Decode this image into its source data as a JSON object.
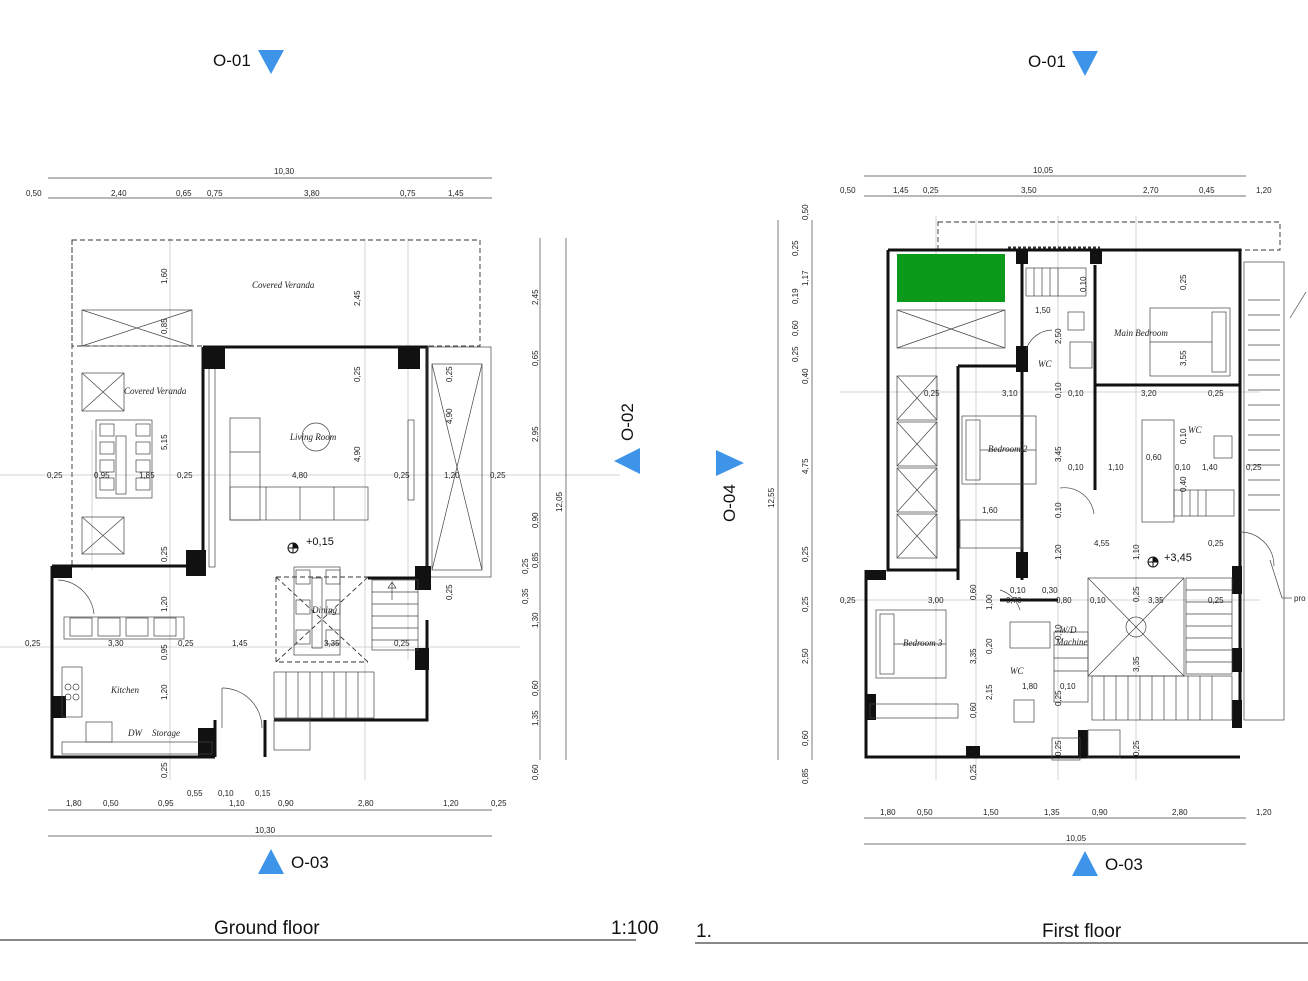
{
  "colors": {
    "marker_arrow": "#3d94e8",
    "landscaping": "#0b9a1a"
  },
  "markers": {
    "ground_top": "O-01",
    "first_top": "O-01",
    "ground_bottom": "O-03",
    "first_bottom": "O-03",
    "right_side": "O-02",
    "left_side": "O-04"
  },
  "titles": {
    "ground": "Ground floor",
    "scale": "1:100",
    "first_number": "1.",
    "first": "First floor"
  },
  "ground": {
    "rooms": {
      "veranda_top": "Covered Veranda",
      "veranda_left": "Covered Veranda",
      "living": "Living Room",
      "dining": "Dining",
      "kitchen": "Kitchen",
      "storage": "Storage",
      "dw": "DW"
    },
    "level": "+0,15",
    "dims": {
      "top_total": "10,30",
      "top": [
        "0,50",
        "2,40",
        "0,65",
        "0,75",
        "3,80",
        "0,75",
        "1,45"
      ],
      "bottom_total": "10,30",
      "bottom": [
        "1,80",
        "0,50",
        "0,95",
        "1,10",
        "0,90",
        "2,80",
        "1,20",
        "0,25"
      ],
      "bottom_upper": [
        "0,55",
        "0,10",
        "0,15"
      ],
      "right_total": "12,05",
      "right": [
        "2,45",
        "0,65",
        "2,95",
        "0,90",
        "0,85",
        "0,35",
        "1,30",
        "0,60",
        "1,35",
        "0,60"
      ],
      "inner_v": [
        "1,60",
        "0,85",
        "5,15",
        "0,25",
        "1,20",
        "0,95",
        "1,20",
        "0,25",
        "2,45",
        "0,25",
        "4,90",
        "0,25",
        "4,90",
        "0,25",
        "0,25"
      ],
      "inner_h": [
        "0,25",
        "0,95",
        "1,85",
        "0,25",
        "4,80",
        "0,25",
        "1,20",
        "0,25",
        "0,25",
        "3,30",
        "0,25",
        "1,45",
        "3,35",
        "0,25"
      ]
    }
  },
  "first": {
    "rooms": {
      "main_bedroom": "Main Bedroom",
      "bedroom2": "Bedroom 2",
      "bedroom3": "Bedroom 3",
      "wc1": "WC",
      "wc2": "WC",
      "wc3": "WC",
      "wd": "W/D",
      "machine": "Machine"
    },
    "level": "+3,45",
    "side_note": "pro",
    "dims": {
      "top_total": "10,05",
      "top": [
        "0,50",
        "1,45",
        "0,25",
        "3,50",
        "2,70",
        "0,45",
        "1,20"
      ],
      "bottom_total": "10,05",
      "bottom": [
        "1,80",
        "0,50",
        "1,50",
        "1,35",
        "0,90",
        "2,80",
        "1,20"
      ],
      "left_total": "12,55",
      "left": [
        "0,50",
        "0,25",
        "1,17",
        "0,19",
        "0,60",
        "0,25",
        "0,40",
        "4,75",
        "0,25",
        "0,25",
        "2,50",
        "0,60",
        "0,85"
      ],
      "inner_h": [
        "0,25",
        "3,10",
        "0,10",
        "3,20",
        "0,25",
        "1,60",
        "0,10",
        "1,10",
        "0,60",
        "0,10",
        "1,40",
        "0,25",
        "4,55",
        "0,25",
        "0,25",
        "3,00",
        "0,10",
        "0,70",
        "0,30",
        "0,80",
        "0,10",
        "3,35",
        "0,25",
        "1,80",
        "0,10",
        "1,50"
      ],
      "inner_v": [
        "0,25",
        "0,10",
        "2,50",
        "3,55",
        "0,10",
        "3,45",
        "0,10",
        "0,40",
        "0,10",
        "1,20",
        "1,10",
        "0,60",
        "1,00",
        "3,35",
        "0,20",
        "2,15",
        "0,60",
        "0,10",
        "3,35",
        "0,25",
        "0,25",
        "0,25",
        "0,25",
        "0,25"
      ]
    }
  }
}
